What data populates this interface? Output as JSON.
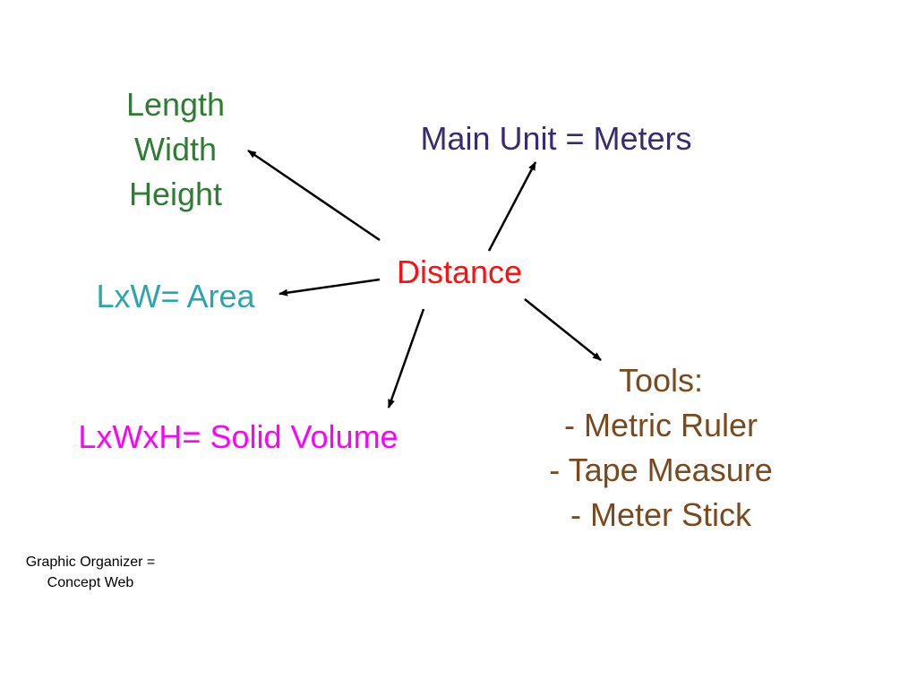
{
  "diagram": {
    "center": "Distance",
    "dimensions": [
      "Length",
      "Width",
      "Height"
    ],
    "main_unit": "Main Unit = Meters",
    "area": "LxW= Area",
    "volume": "LxWxH= Solid Volume",
    "tools": {
      "heading": "Tools:",
      "items": [
        "- Metric Ruler",
        "- Tape Measure",
        "- Meter Stick"
      ]
    },
    "caption": [
      "Graphic Organizer =",
      "Concept Web"
    ]
  }
}
